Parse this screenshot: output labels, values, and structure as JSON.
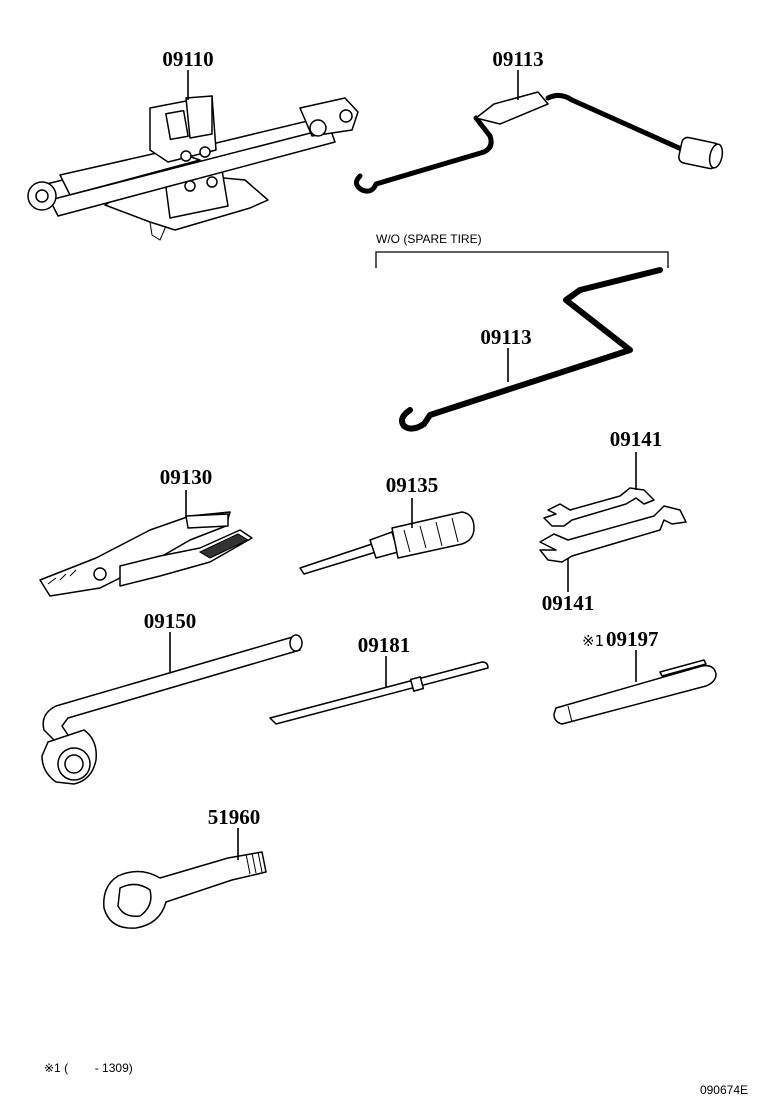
{
  "labels": {
    "jack": "09110",
    "jack_handle": "09113",
    "jack_handle_wo": "09113",
    "wo_note": "W/O (SPARE TIRE)",
    "pliers": "09130",
    "screwdriver": "09135",
    "wrench_upper": "09141",
    "wrench_lower": "09141",
    "lug_wrench": "09150",
    "rod": "09181",
    "marker": "09197",
    "marker_prefix": "※1",
    "towing_eye": "51960"
  },
  "footnote": "※1 (        - 1309)",
  "figure_id": "090674E"
}
